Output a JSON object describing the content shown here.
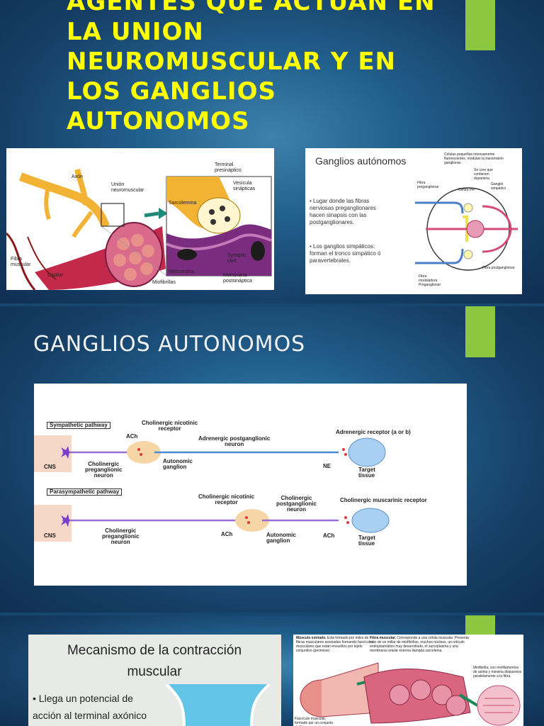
{
  "slide1": {
    "title": "AGENTES QUE ACTUAN EN\nLA UNION\nNEUROMUSCULAR Y EN\nLOS GANGLIOS\nAUTONOMOS",
    "nmj_labels": {
      "axon": "Axón",
      "union": "Unión\nneuromuscular",
      "fibra": "Fibra\nmuscular",
      "capilar": "Capilar",
      "miofibrillas": "Miofibrillas",
      "terminal": "Terminal\npresináptico",
      "vesicula": "Vesícula\nsinápticas",
      "sarcolema": "Sarcolemma",
      "synaptic": "Synaptic\ncleft",
      "mitocondria": "Mitocondria",
      "membrana": "Membrana\npostsináptica"
    },
    "ganglia": {
      "title": "Ganglios autónomos",
      "bullet1": "Lugar donde las fibras nerviosas preganglionares hacen sinapsis con las postganglionares.",
      "bullet2": "Los ganglios simpáticos: forman el tronco simpático ó paravertebrales.",
      "label_cells": "Células pequeñas intensamente fluorescentes, modulan la transmisión ganglionar.",
      "label_pre": "Fibra preganglionar",
      "label_cell_pif": "Célula PIF",
      "label_dop": "Se cree que contienen dopamina",
      "label_gangl": "Ganglio simpático",
      "label_post": "Fibra postganglionar",
      "label_mod": "Fibra moduladora Preganglionar"
    }
  },
  "slide2": {
    "title": "GANGLIOS AUTONOMOS",
    "diagram": {
      "symp_box": "Sympathetic pathway",
      "para_box": "Parasympathetic pathway",
      "cns": "CNS",
      "chol_nic_receptor": "Cholinergic nicotinic\nreceptor",
      "ach": "ACh",
      "adrenergic_post": "Adrenergic postganglionic\nneuron",
      "adrenergic_receptor": "Adrenergic receptor (a or b)",
      "autonomic_ganglion": "Autonomic\nganglion",
      "chol_pre": "Cholinergic\npreganglionic\nneuron",
      "ne": "NE",
      "target": "Target\ntissue",
      "chol_post": "Cholinergic\npostganglionic\nneuron",
      "chol_musc": "Cholinergic muscarinic receptor"
    }
  },
  "slide3": {
    "mec_title": "Mecanismo de la contracción\nmuscular",
    "mec_bullet": "• Llega un potencial de acción al terminal axónico",
    "musculo": "Músculo estriado.",
    "musculo_desc": "Está formado por miles de fibras musculares asociadas formando fascículos musculares que están envueltos por tejido conjuntivo (perimisio)",
    "fibra": "Fibra muscular.",
    "fibra_desc": "Corresponde a una célula muscular. Presenta más de un millar de miofibrillas, muchos núcleos, un retículo endoplasmático muy desarrollado, el sarcoplasma y una membrana celular externa llamada sarcolema.",
    "miofibrilla": "Miofibrilla, con miofilamentos de actina y miosina dispuestos paralelamente a la fibra.",
    "fasciculo": "Fascículo muscular, formado por un conjunto de fibras."
  },
  "colors": {
    "title_yellow": "#ffff00",
    "accent_green": "#8dc63f",
    "bg_blue": "#1d5a88"
  }
}
